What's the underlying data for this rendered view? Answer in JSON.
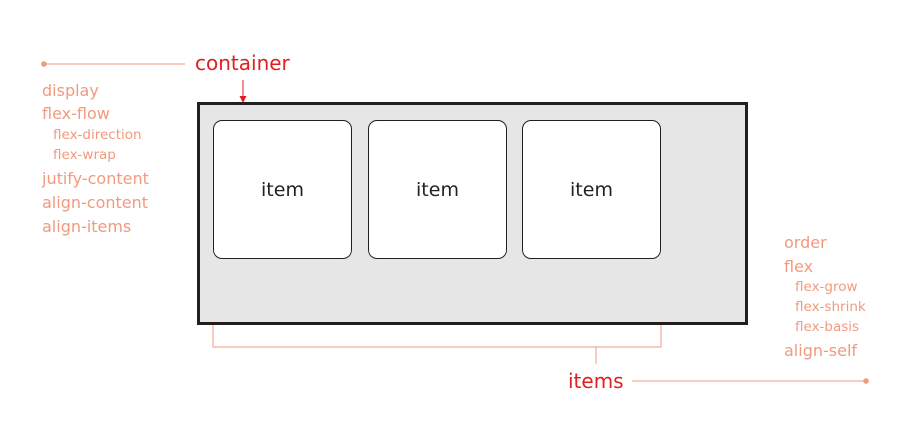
{
  "labels": {
    "container": "container",
    "items": "items",
    "item": "item"
  },
  "container_properties": [
    {
      "text": "display",
      "level": "main"
    },
    {
      "text": "flex-flow",
      "level": "main"
    },
    {
      "text": "flex-direction",
      "level": "sub"
    },
    {
      "text": "flex-wrap",
      "level": "sub"
    },
    {
      "text": "jutify-content",
      "level": "main"
    },
    {
      "text": "align-content",
      "level": "main"
    },
    {
      "text": "align-items",
      "level": "main"
    }
  ],
  "item_properties": [
    {
      "text": "order",
      "level": "main"
    },
    {
      "text": "flex",
      "level": "main"
    },
    {
      "text": "flex-grow",
      "level": "sub"
    },
    {
      "text": "flex-shrink",
      "level": "sub"
    },
    {
      "text": "flex-basis",
      "level": "sub"
    },
    {
      "text": "align-self",
      "level": "main"
    }
  ],
  "colors": {
    "title": "#e02020",
    "property": "#f29a7e",
    "connector": "#f29a7e",
    "box_fill": "#e6e6e7",
    "stroke": "#231f20"
  }
}
